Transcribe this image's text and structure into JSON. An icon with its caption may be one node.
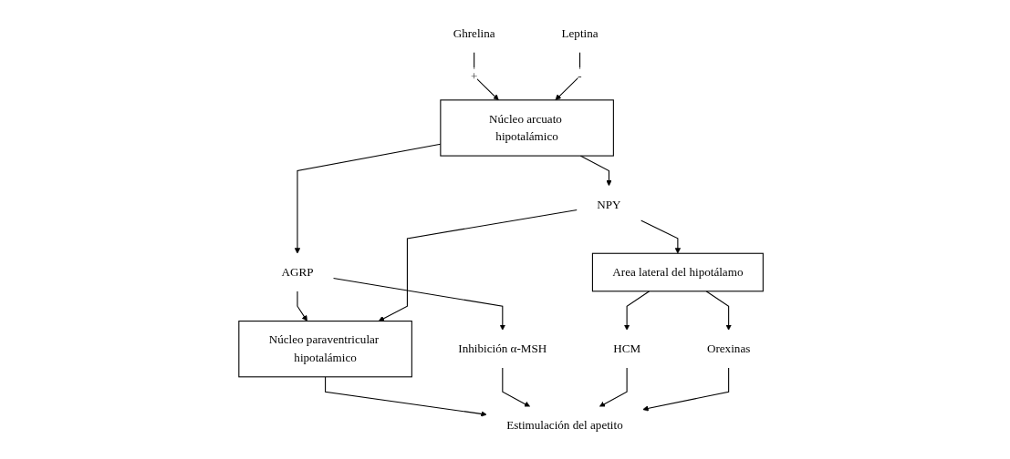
{
  "diagram": {
    "nodes": [
      {
        "text": [
          "Ghrelina"
        ]
      },
      {
        "text": [
          "Núcleo arcuato hipotalámico"
        ]
      },
      {
        "text": [
          "Leptina"
        ]
      },
      {
        "text": [
          "AGRP"
        ]
      },
      {
        "text": [
          "NPY"
        ]
      },
      {
        "text": [
          "Núcleo paraventricular hipotalámico"
        ]
      },
      {
        "text": [
          "Area lateral del hipotálamo"
        ]
      },
      {
        "text": [
          "Inhibición α-MSH"
        ]
      },
      {
        "text": [
          "Estimulación del apetito"
        ]
      },
      {
        "text": [
          "HCM"
        ]
      },
      {
        "text": [
          "Orexinas"
        ]
      }
    ],
    "edges": [
      {
        "from": 0,
        "to": 1,
        "arrow": "to",
        "label": "+"
      },
      {
        "from": 2,
        "to": 1,
        "arrow": "to",
        "label": "-"
      },
      {
        "from": 1,
        "to": 3,
        "arrow": "to"
      },
      {
        "from": 1,
        "to": 4,
        "arrow": "to"
      },
      {
        "from": 3,
        "to": 5,
        "arrow": "to"
      },
      {
        "from": 4,
        "to": 5,
        "arrow": "to"
      },
      {
        "from": 4,
        "to": 6,
        "arrow": "to"
      },
      {
        "from": 3,
        "to": 7,
        "arrow": "to"
      },
      {
        "from": 5,
        "to": 8,
        "arrow": "to"
      },
      {
        "from": 7,
        "to": 8,
        "arrow": "to"
      },
      {
        "from": 6,
        "to": 9,
        "arrow": "to"
      },
      {
        "from": 6,
        "to": 10,
        "arrow": "to"
      },
      {
        "from": 9,
        "to": 8,
        "arrow": "to"
      },
      {
        "from": 10,
        "to": 8,
        "arrow": "to"
      }
    ]
  }
}
